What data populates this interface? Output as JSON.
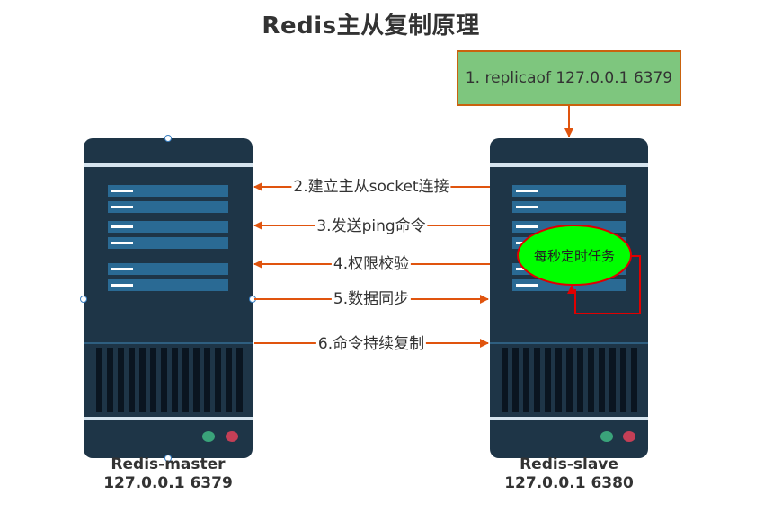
{
  "title": "Redis主从复制原理",
  "command_box": "1. replicaof 127.0.0.1 6379",
  "arrows": [
    {
      "label": "2.建立主从socket连接",
      "direction": "to-master"
    },
    {
      "label": "3.发送ping命令",
      "direction": "to-master"
    },
    {
      "label": "4.权限校验",
      "direction": "to-master"
    },
    {
      "label": "5.数据同步",
      "direction": "to-slave"
    },
    {
      "label": "6.命令持续复制",
      "direction": "to-slave"
    }
  ],
  "master": {
    "name": "Redis-master",
    "address": "127.0.0.1 6379"
  },
  "slave": {
    "name": "Redis-slave",
    "address": "127.0.0.1 6380"
  },
  "timer_task": "每秒定时任务",
  "colors": {
    "server_body": "#1e3547",
    "server_slot": "#2a6a94",
    "arrow": "#e0540e",
    "command_box_fill": "#7ec67e",
    "timer_fill": "#00ff00",
    "timer_loop": "#e00000",
    "led_green": "#3aa37a",
    "led_red": "#c43f56"
  }
}
